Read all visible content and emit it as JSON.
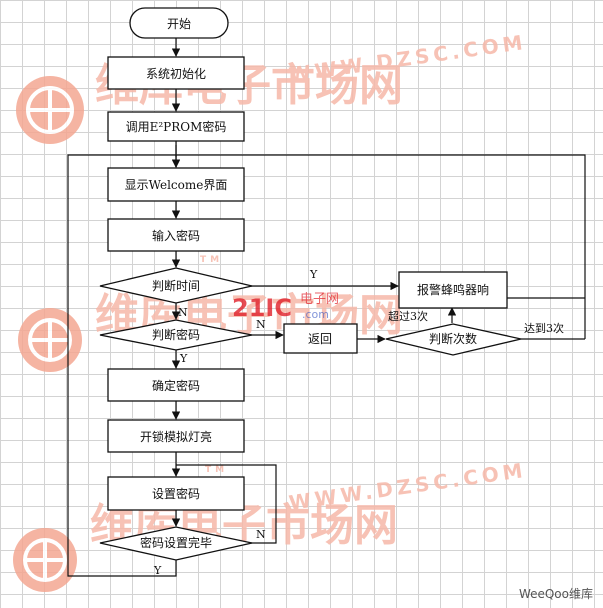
{
  "nodes": {
    "start": "开始",
    "sys_init": "系统初始化",
    "call_eeprom": "调用E²PROM密码",
    "show_welcome": "显示Welcome界面",
    "input_pwd": "输入密码",
    "judge_time": "判断时间",
    "buzzer": "报警蜂鸣器响",
    "judge_pwd": "判断密码",
    "return": "返回",
    "judge_count": "判断次数",
    "confirm_pwd": "确定密码",
    "unlock_led": "开锁模拟灯亮",
    "set_pwd": "设置密码",
    "pwd_set_done": "密码设置完毕"
  },
  "edges": {
    "time_yes": "Y",
    "pwd_no_down": "N",
    "pwd_no_right": "N",
    "pwd_yes": "Y",
    "exceed_3": "超过3次",
    "reach_3": "达到3次",
    "done_no": "N",
    "done_yes": "Y"
  },
  "watermark": {
    "brand_cn": "维库电子市场网",
    "brand_url": "WWW.DZSC.COM",
    "badge": "21IC",
    "badge_cn": "电子网",
    "badge_url": ".com",
    "tm": "TM"
  },
  "footer": {
    "logo": "WeeQoo维库"
  },
  "colors": {
    "watermark": "#f6b8a9",
    "watermark_logo": "#f4a792",
    "badge": "#e0202a",
    "grid": "#d3d3d3",
    "stroke": "#111111"
  }
}
